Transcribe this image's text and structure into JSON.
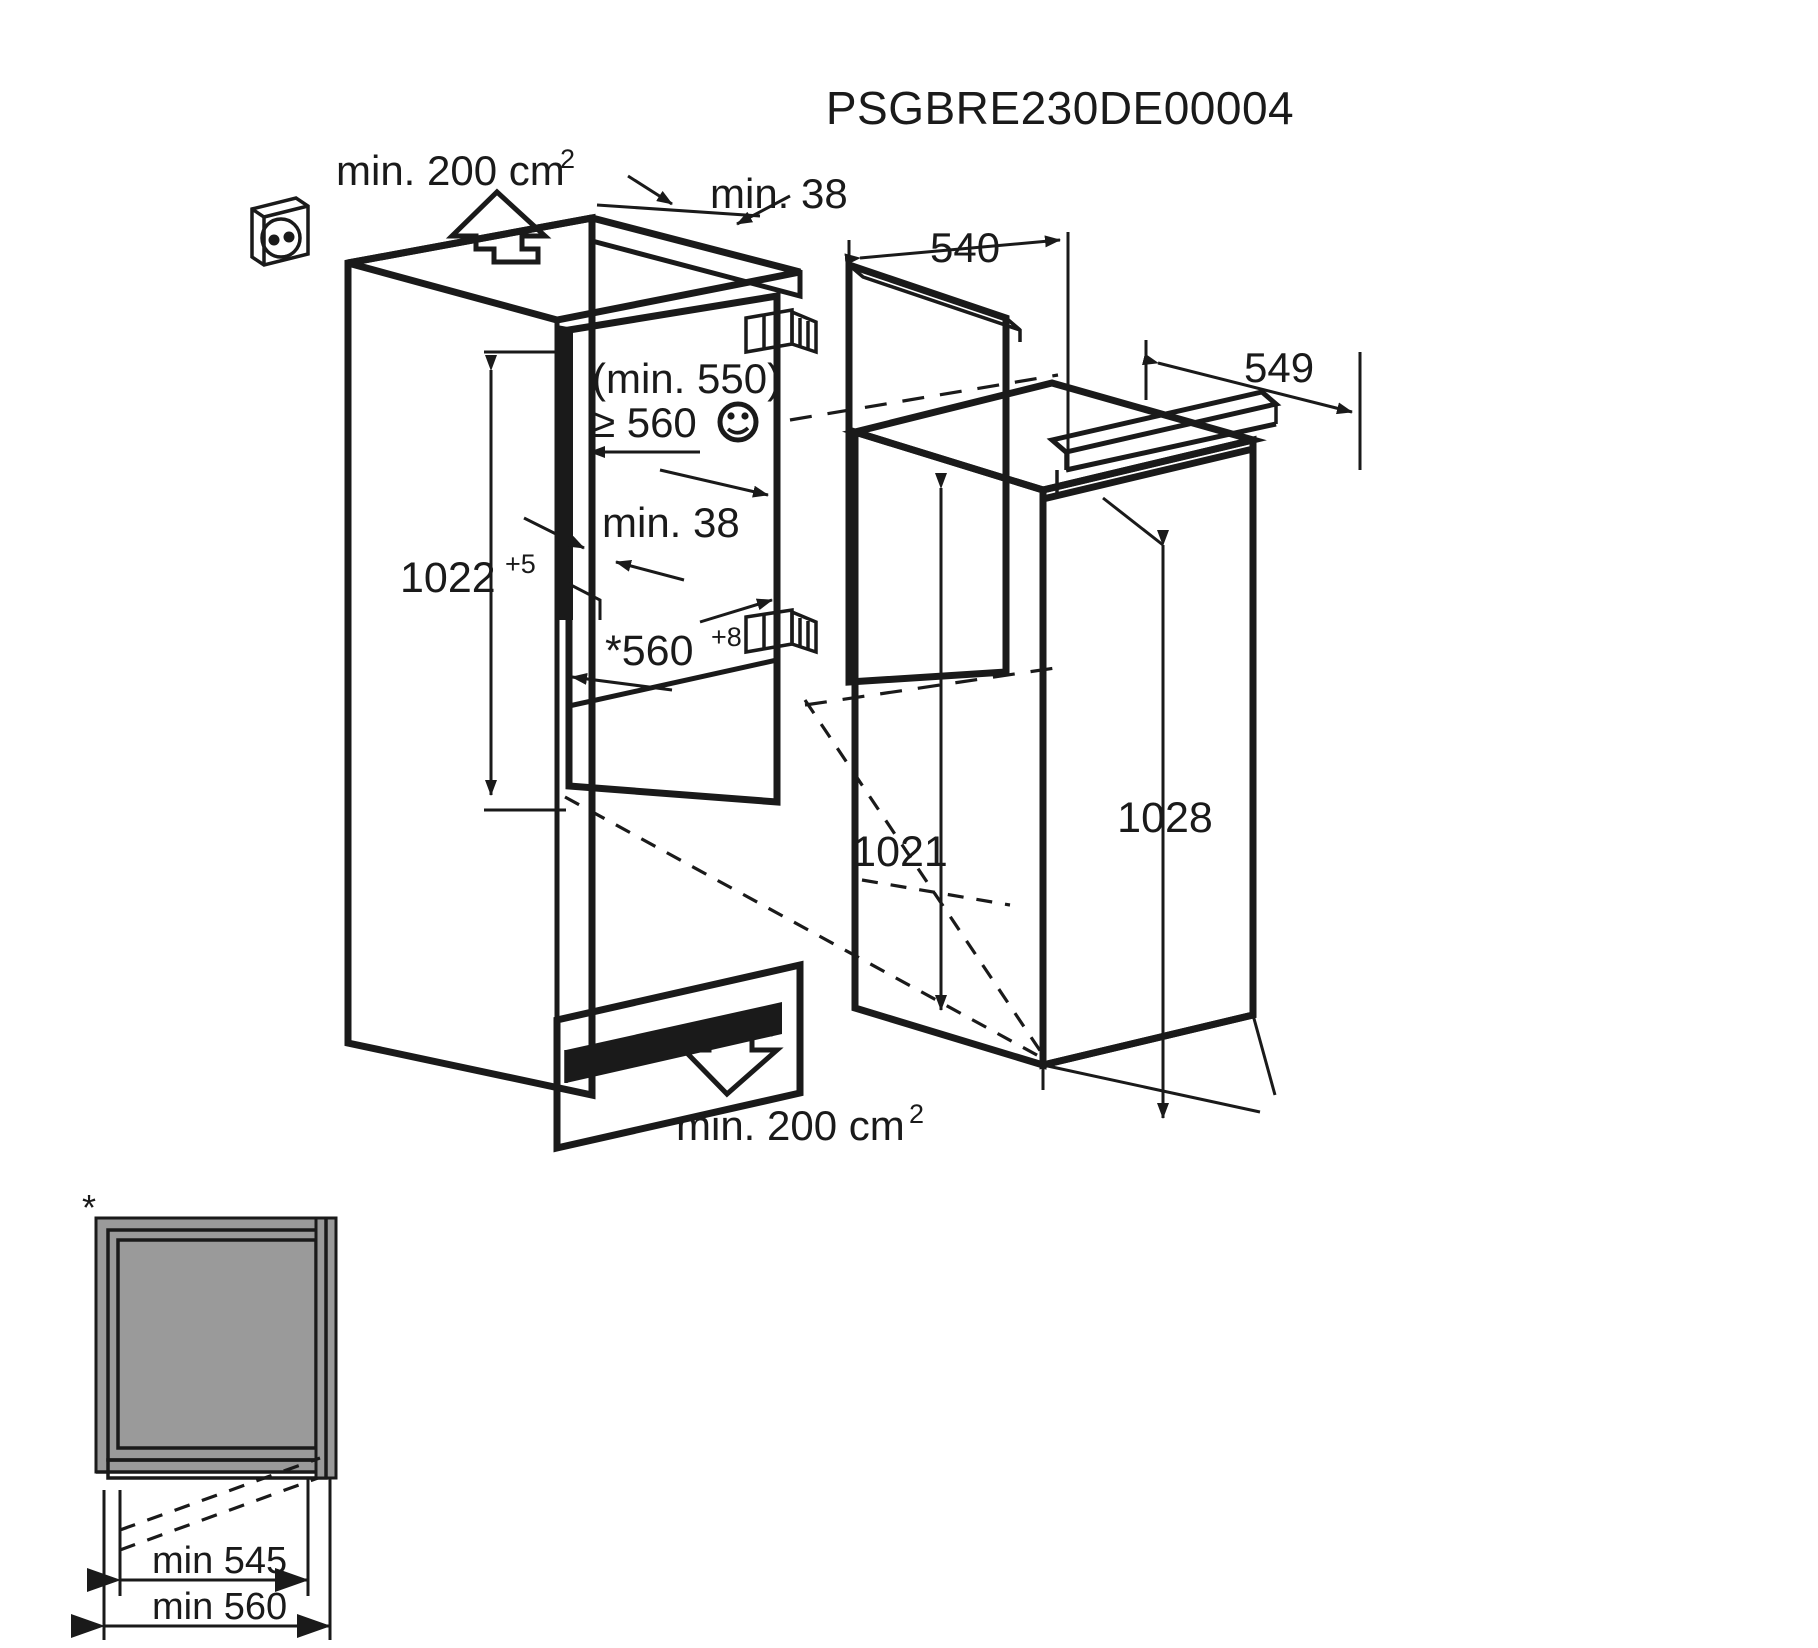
{
  "drawing": {
    "title": "PSGBRE230DE00004",
    "units": "mm"
  },
  "labels": {
    "vent_top": "min. 200 cm",
    "vent_top_sup": "2",
    "vent_bottom": "min. 200 cm",
    "vent_bottom_sup": "2",
    "gap_top": "min. 38",
    "gap_mid": "min. 38",
    "niche_depth": "540",
    "appliance_depth": "549",
    "niche_width_min_paren": "(min. 550)",
    "niche_width_pref": "≥ 560",
    "niche_width_smiley": "☺",
    "niche_height": "1022",
    "niche_height_sup": "+5",
    "niche_width_star": "*560",
    "niche_width_star_sup": "+8",
    "appliance_height": "1021",
    "door_height": "1028",
    "inset_marker": "*",
    "inset_dim_inner": "min 545",
    "inset_dim_outer": "min 560"
  },
  "icons": {
    "socket": "power-socket-icon",
    "arrow_up": "airflow-up-arrow-icon",
    "arrow_down": "airflow-down-arrow-icon",
    "smiley": "smiley-face-icon"
  },
  "colors": {
    "line": "#1a1a1a",
    "fill": "#ffffff",
    "grey": "#9a9a9a"
  }
}
